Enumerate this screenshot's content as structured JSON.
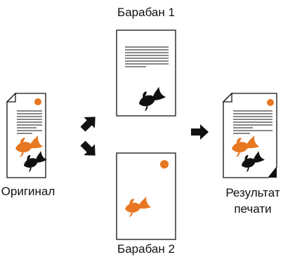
{
  "labels": {
    "drum1": "Барабан 1",
    "drum2": "Барабан 2",
    "original": "Оригинал",
    "result_line1": "Результат",
    "result_line2": "печати"
  },
  "colors": {
    "ink": "#111111",
    "orange": "#e87722",
    "paper": "#ffffff"
  },
  "icons": {
    "fish_black": "goldfish-black-icon",
    "fish_orange": "goldfish-orange-icon",
    "dot": "orange-dot-icon",
    "arrow": "arrow-icon"
  }
}
